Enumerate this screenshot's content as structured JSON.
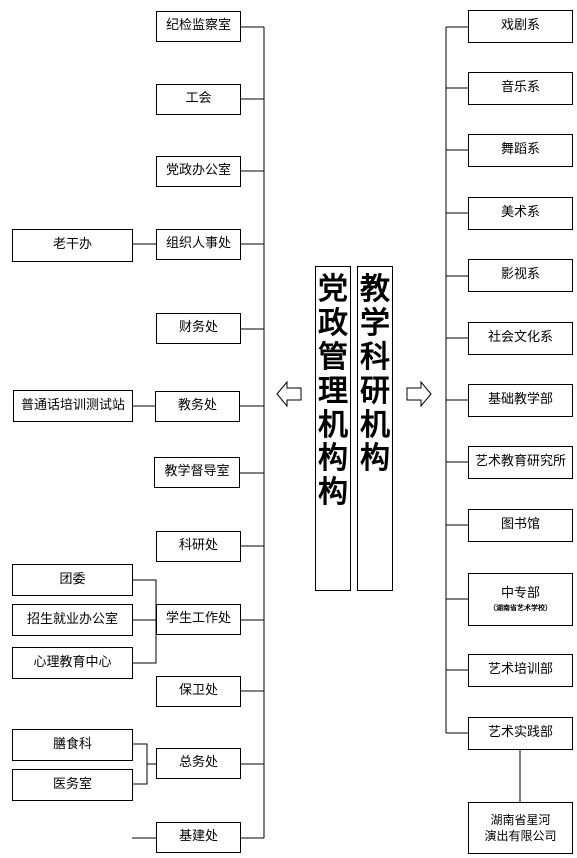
{
  "titles": {
    "admin": [
      "党",
      "政",
      "管",
      "理",
      "机",
      "构",
      "构"
    ],
    "teaching": [
      "教",
      "学",
      "科",
      "研",
      "机",
      "构"
    ]
  },
  "admin_units": [
    "纪检监察室",
    "工会",
    "党政办公室",
    "组织人事处",
    "财务处",
    "教务处",
    "教学督导室",
    "科研处",
    "学生工作处",
    "保卫处",
    "总务处",
    "基建处"
  ],
  "admin_subunits": {
    "personnel": [
      "老干办"
    ],
    "academic_affairs": [
      "普通话培训测试站"
    ],
    "student_affairs": [
      "团委",
      "招生就业办公室",
      "心理教育中心"
    ],
    "general_affairs": [
      "膳食科",
      "医务室"
    ]
  },
  "teaching_units": [
    "戏剧系",
    "音乐系",
    "舞蹈系",
    "美术系",
    "影视系",
    "社会文化系",
    "基础教学部",
    "艺术教育研究所",
    "图书馆",
    "中专部",
    "艺术培训部",
    "艺术实践部"
  ],
  "teaching_notes": {
    "secondary_school": "（湖南省艺术学校）"
  },
  "teaching_subunits": {
    "practice": [
      "湖南省星河",
      "演出有限公司"
    ]
  }
}
